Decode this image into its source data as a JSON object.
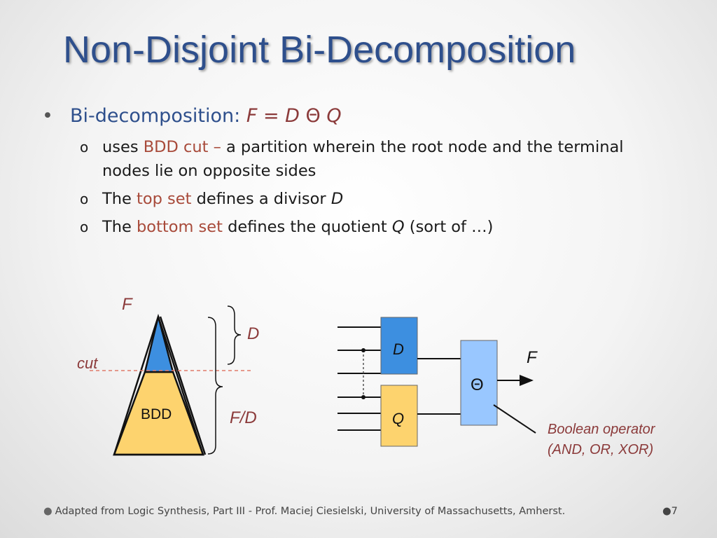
{
  "slide": {
    "title": "Non-Disjoint Bi-Decomposition",
    "bullet_main": {
      "label": "Bi-decomposition:",
      "formula_f": "F = D",
      "formula_op": "Θ",
      "formula_q": "Q"
    },
    "sub_bullets": [
      {
        "pre": "uses",
        "highlight": "BDD cut –",
        "post": "a partition wherein the root node and the terminal nodes lie on opposite sides"
      },
      {
        "pre": "The",
        "highlight": "top set",
        "post": "defines a divisor",
        "var": "D"
      },
      {
        "pre": "The",
        "highlight": "bottom set",
        "post": "defines the quotient",
        "var": "Q",
        "tail": "(sort of …)"
      }
    ],
    "sub_marker": "o",
    "bullet_marker": "•"
  },
  "diagram_left": {
    "label_f": "F",
    "label_cut": "cut",
    "label_bdd": "BDD",
    "label_d": "D",
    "label_fd": "F/D"
  },
  "diagram_right": {
    "block_d": "D",
    "block_q": "Q",
    "block_op": "Θ",
    "output_label": "F",
    "note_line1": "Boolean operator",
    "note_line2": "(AND, OR, XOR)"
  },
  "footer": {
    "text": "Adapted from Logic Synthesis, Part III - Prof. Maciej Ciesielski, University of Massachusetts, Amherst.",
    "marker": "●",
    "page": "7"
  },
  "colors": {
    "title": "#2e4f8c",
    "highlight": "#a84a3a",
    "label_red": "#8b3a3a",
    "bdd_fill": "#fdd36e",
    "top_fill": "#3d8fe0",
    "block_d": "#3d8fe0",
    "block_q": "#fdd36e",
    "block_op": "#99c7ff"
  }
}
